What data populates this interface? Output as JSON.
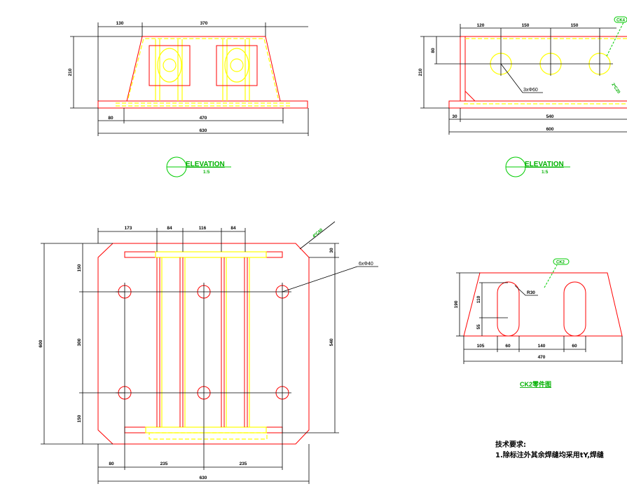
{
  "view1": {
    "dims": {
      "d130": "130",
      "d370": "370",
      "d210": "210",
      "d80": "80",
      "d470": "470",
      "d630": "630"
    },
    "title": "ELEVATION",
    "scale": "1:5"
  },
  "view2": {
    "dims": {
      "d120": "120",
      "d150a": "150",
      "d150b": "150",
      "d80": "80",
      "d210": "210",
      "d30": "30",
      "d540": "540",
      "d600": "600"
    },
    "holes_label": "3xΦ60",
    "ck_label": "CK4",
    "weld_label": "2*C20",
    "title": "ELEVATION",
    "scale": "1:5"
  },
  "plan": {
    "dims": {
      "d173": "173",
      "d84a": "84",
      "d116": "116",
      "d84b": "84",
      "d30": "30",
      "d150a": "150",
      "d300": "300",
      "d150b": "150",
      "d600": "600",
      "d540": "540",
      "d80": "80",
      "d235a": "235",
      "d235b": "235",
      "d630": "630"
    },
    "chamfer_label": "4*C40",
    "holes_label": "6xΦ40"
  },
  "ck2": {
    "ck_label": "CK2",
    "r_label": "R30",
    "dims": {
      "d190": "190",
      "d110": "110",
      "d55": "55",
      "d105": "105",
      "d60a": "60",
      "d140": "140",
      "d60b": "60",
      "d470": "470"
    },
    "title": "CK2零件图"
  },
  "notes": {
    "heading": "技术要求:",
    "line1": "1.除标注外其余焊缝均采用tY,焊缝"
  }
}
